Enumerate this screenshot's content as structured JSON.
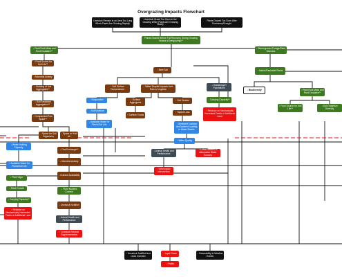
{
  "title": "Overgrazing Impacts Flowchart",
  "colors": {
    "black": "#111111",
    "green": "#3d7a1f",
    "brown": "#7a3a10",
    "blue": "#2f86e6",
    "red": "#ee1111",
    "gray": "#3e4b55",
    "line": "#111111",
    "dashed": "#ee1111"
  },
  "nodes": [
    {
      "id": "n01",
      "color": "black",
      "label": "Livestock Remain in an Area Too Long When Plants Are Growing Rapidly"
    },
    {
      "id": "n02",
      "color": "black",
      "label": "Livestock Graze Too Soon in the Growing When Plants Are Growing Slowly"
    },
    {
      "id": "n03",
      "color": "black",
      "label": "Plants Grazed Too Soon After Dormancy/Drought"
    },
    {
      "id": "n04",
      "color": "green",
      "label": "Plants Grazed Before Full Recovery During Growing Season (Overgrazing)**"
    },
    {
      "id": "n05",
      "color": "green",
      "label": "↓ Plant Root Mass and Root Exudates**"
    },
    {
      "id": "n06",
      "color": "green",
      "label": "↓ Aboveground Forage/Plant Biomass"
    },
    {
      "id": "n07",
      "color": "brown",
      "label": "↓ Food Source for Soil Life**"
    },
    {
      "id": "n08",
      "color": "brown",
      "label": "↓ Microbial Activity"
    },
    {
      "id": "n09",
      "color": "brown",
      "label": "↓ Building of Soil Aggregates**"
    },
    {
      "id": "n10",
      "color": "brown",
      "label": "↓ Soil Structural Aggregation**"
    },
    {
      "id": "n11",
      "color": "brown",
      "label": "↑ Compaction/Pore Space**"
    },
    {
      "id": "n12",
      "color": "brown",
      "label": "↓ Space for Soil Organisms"
    },
    {
      "id": "n13",
      "color": "brown",
      "label": "↓ Space to Hold Air"
    },
    {
      "id": "n14",
      "color": "blue",
      "label": "↓ Water Holding Capacity"
    },
    {
      "id": "n15",
      "color": "blue",
      "label": "↓ Available Water for Plants/Soil Life"
    },
    {
      "id": "n16",
      "color": "brown",
      "label": "↓ Gas Exchange**"
    },
    {
      "id": "n17",
      "color": "brown",
      "label": "↓ Microbial Activity"
    },
    {
      "id": "n18",
      "color": "brown",
      "label": "↓ Nutrient Availability"
    },
    {
      "id": "n19",
      "color": "green",
      "label": "↓ Plant Vigor"
    },
    {
      "id": "n20",
      "color": "green",
      "label": "↓ Plant Growth"
    },
    {
      "id": "n21",
      "color": "green",
      "label": "↓ Carrying Capacity**"
    },
    {
      "id": "n22",
      "color": "red",
      "label": "↑ Reliance on Mechanically Harvested Feeds or Additional Land"
    },
    {
      "id": "n23",
      "color": "green",
      "label": "↓ Plant Nutrient Content"
    },
    {
      "id": "n24",
      "color": "brown",
      "label": "↓ Livestock Nutrition"
    },
    {
      "id": "n25",
      "color": "gray",
      "label": "↓ Animal Health and Performance"
    },
    {
      "id": "n26",
      "color": "red",
      "label": "↑ Livestock Mineral Supplementation"
    },
    {
      "id": "n27",
      "color": "brown",
      "label": "↑ Bare Soil"
    },
    {
      "id": "n28",
      "color": "brown",
      "label": "↑ Soil Surface Temperatures"
    },
    {
      "id": "n29",
      "color": "blue",
      "label": "↑ Evaporation"
    },
    {
      "id": "n30",
      "color": "blue",
      "label": "↓ Soil Moisture"
    },
    {
      "id": "n31",
      "color": "blue",
      "label": "↓ Available Water for Plants/Soil Life"
    },
    {
      "id": "n32",
      "color": "brown",
      "label": "↑ Water Droplet Impacts from Rain or Irrigation"
    },
    {
      "id": "n33",
      "color": "brown",
      "label": "↓ Surface Aggregates"
    },
    {
      "id": "n34",
      "color": "brown",
      "label": "↑ Surface Crusts"
    },
    {
      "id": "n35",
      "color": "brown",
      "label": "↑ Soil Erosion"
    },
    {
      "id": "n36",
      "color": "brown",
      "label": "↑ Topsoil Loss"
    },
    {
      "id": "n37",
      "color": "blue",
      "label": "↑ Sediment Loading and Nutrient Loading in Water Bodies"
    },
    {
      "id": "n38",
      "color": "blue",
      "label": "↓ Water Quality"
    },
    {
      "id": "n39",
      "color": "gray",
      "label": "↓ Animal Health and Performance"
    },
    {
      "id": "n40",
      "color": "red",
      "label": "↑ Costs Related to Alternative Water Sources"
    },
    {
      "id": "n41",
      "color": "red",
      "label": "↑ Veterinarian Intervention"
    },
    {
      "id": "n42",
      "color": "gray",
      "label": "↓ Grasshopper Populations"
    },
    {
      "id": "n43",
      "color": "green",
      "label": "↓ Carrying Capacity**"
    },
    {
      "id": "n44",
      "color": "red",
      "label": "↑ Reliance on Mechanically Harvested Feeds or Additional Land"
    },
    {
      "id": "n45",
      "color": "green",
      "label": "↑ Native/Desirable Plants"
    },
    {
      "id": "n46",
      "color": "white",
      "label": "↓ Biodiversity"
    },
    {
      "id": "n47",
      "color": "green",
      "label": "↓ Plant Root Mass and Root Exudates**"
    },
    {
      "id": "n48",
      "color": "green",
      "label": "↓ Food Source for Soil Life**"
    },
    {
      "id": "n49",
      "color": "green",
      "label": "↓ Soil Organism Diversity"
    },
    {
      "id": "n50",
      "color": "black",
      "label": "↓ Livestock Justified and Uses Invested"
    },
    {
      "id": "n51",
      "color": "red",
      "label": "↓ Input Costs"
    },
    {
      "id": "n52",
      "color": "red",
      "label": "↓ Profits"
    },
    {
      "id": "n53",
      "color": "black",
      "label": "↓ Vulnerability to Weather Events"
    }
  ]
}
